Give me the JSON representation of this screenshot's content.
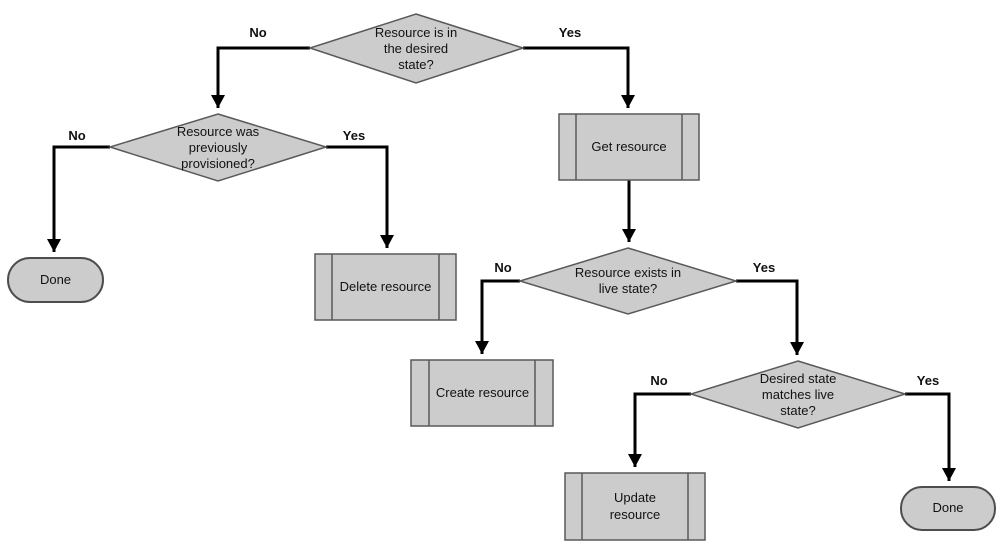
{
  "nodes": {
    "desired_state": {
      "label": "Resource is in the desired state?",
      "type": "decision"
    },
    "previously_provisioned": {
      "label": "Resource was previously provisioned?",
      "type": "decision"
    },
    "get_resource": {
      "label": "Get resource",
      "type": "predefined-process"
    },
    "done_left": {
      "label": "Done",
      "type": "terminator"
    },
    "delete_resource": {
      "label": "Delete resource",
      "type": "predefined-process"
    },
    "exists_in_live_state": {
      "label": "Resource exists in live state?",
      "type": "decision"
    },
    "create_resource": {
      "label": "Create resource",
      "type": "predefined-process"
    },
    "desired_matches_live": {
      "label": "Desired state matches live state?",
      "type": "decision"
    },
    "update_resource": {
      "label": "Update resource",
      "type": "predefined-process"
    },
    "done_right": {
      "label": "Done",
      "type": "terminator"
    }
  },
  "edge_labels": {
    "desired_state_no": "No",
    "desired_state_yes": "Yes",
    "previously_provisioned_no": "No",
    "previously_provisioned_yes": "Yes",
    "exists_in_live_state_no": "No",
    "exists_in_live_state_yes": "Yes",
    "desired_matches_live_no": "No",
    "desired_matches_live_yes": "Yes"
  },
  "colors": {
    "shape_fill": "#cccccc",
    "shape_stroke": "#595959",
    "connector": "#000000",
    "text": "#111111",
    "background": "#ffffff"
  }
}
